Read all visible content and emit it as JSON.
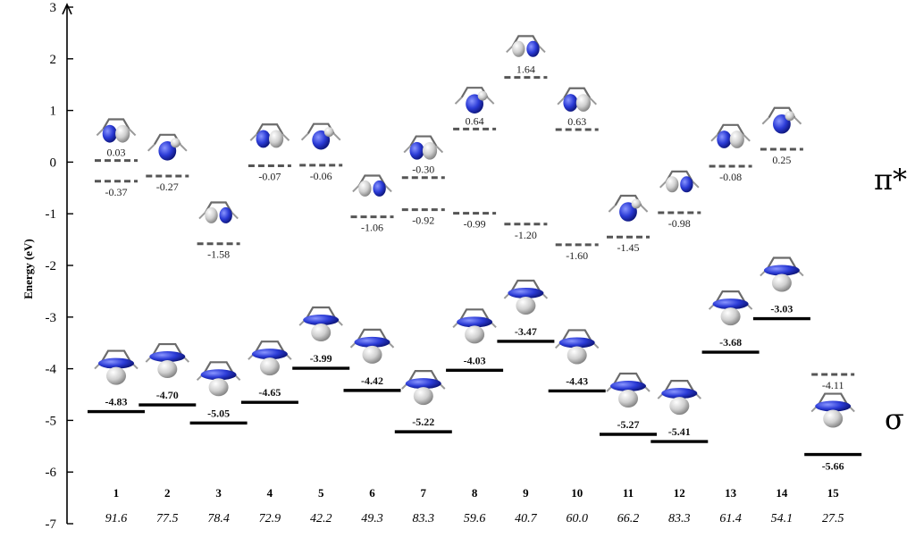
{
  "chart_data": {
    "type": "energy-level diagram",
    "ylabel": "Energy (eV)",
    "ylim": [
      -7,
      3
    ],
    "yticks": [
      3,
      2,
      1,
      0,
      -1,
      -2,
      -3,
      -4,
      -5,
      -6,
      -7
    ],
    "series_labels": {
      "pi_star": "π*",
      "sigma": "σ"
    },
    "categories": [
      "1",
      "2",
      "3",
      "4",
      "5",
      "6",
      "7",
      "8",
      "9",
      "10",
      "11",
      "12",
      "13",
      "14",
      "15"
    ],
    "percentages": [
      "91.6",
      "77.5",
      "78.4",
      "72.9",
      "42.2",
      "49.3",
      "83.3",
      "59.6",
      "40.7",
      "60.0",
      "66.2",
      "83.3",
      "61.4",
      "54.1",
      "27.5"
    ],
    "pi_star_levels": [
      {
        "category": "1",
        "values": [
          0.03,
          -0.37
        ],
        "labels": [
          "0.03",
          "-0.37"
        ]
      },
      {
        "category": "2",
        "values": [
          -0.27
        ],
        "labels": [
          "-0.27"
        ]
      },
      {
        "category": "3",
        "values": [
          -1.58
        ],
        "labels": [
          "-1.58"
        ]
      },
      {
        "category": "4",
        "values": [
          -0.07
        ],
        "labels": [
          "-0.07"
        ]
      },
      {
        "category": "5",
        "values": [
          -0.06
        ],
        "labels": [
          "-0.06"
        ]
      },
      {
        "category": "6",
        "values": [
          -1.06
        ],
        "labels": [
          "-1.06"
        ]
      },
      {
        "category": "7",
        "values": [
          -0.3,
          -0.92
        ],
        "labels": [
          "-0.30",
          "-0.92"
        ]
      },
      {
        "category": "8",
        "values": [
          0.64,
          -0.99
        ],
        "labels": [
          "0.64",
          "-0.99"
        ]
      },
      {
        "category": "9",
        "values": [
          1.64,
          -1.2
        ],
        "labels": [
          "1.64",
          "-1.20"
        ]
      },
      {
        "category": "10",
        "values": [
          0.63,
          -1.6
        ],
        "labels": [
          "0.63",
          "-1.60"
        ]
      },
      {
        "category": "11",
        "values": [
          -1.45
        ],
        "labels": [
          "-1.45"
        ]
      },
      {
        "category": "12",
        "values": [
          -0.98
        ],
        "labels": [
          "-0.98"
        ]
      },
      {
        "category": "13",
        "values": [
          -0.08
        ],
        "labels": [
          "-0.08"
        ]
      },
      {
        "category": "14",
        "values": [
          0.25
        ],
        "labels": [
          "0.25"
        ]
      },
      {
        "category": "15",
        "values": [
          -4.11
        ],
        "labels": [
          "-4.11"
        ]
      }
    ],
    "sigma_levels": [
      {
        "category": "1",
        "value": -4.83,
        "label": "-4.83"
      },
      {
        "category": "2",
        "value": -4.7,
        "label": "-4.70"
      },
      {
        "category": "3",
        "value": -5.05,
        "label": "-5.05"
      },
      {
        "category": "4",
        "value": -4.65,
        "label": "-4.65"
      },
      {
        "category": "5",
        "value": -3.99,
        "label": "-3.99"
      },
      {
        "category": "6",
        "value": -4.42,
        "label": "-4.42"
      },
      {
        "category": "7",
        "value": -5.22,
        "label": "-5.22"
      },
      {
        "category": "8",
        "value": -4.03,
        "label": "-4.03"
      },
      {
        "category": "9",
        "value": -3.47,
        "label": "-3.47"
      },
      {
        "category": "10",
        "value": -4.43,
        "label": "-4.43"
      },
      {
        "category": "11",
        "value": -5.27,
        "label": "-5.27"
      },
      {
        "category": "12",
        "value": -5.41,
        "label": "-5.41"
      },
      {
        "category": "13",
        "value": -3.68,
        "label": "-3.68"
      },
      {
        "category": "14",
        "value": -3.03,
        "label": "-3.03"
      },
      {
        "category": "15",
        "value": -5.66,
        "label": "-5.66"
      }
    ],
    "colors": {
      "orbital": "#2233cc",
      "orbital_alt": "#b8b8b8",
      "dashed": "#555555",
      "solid": "#000000"
    }
  }
}
